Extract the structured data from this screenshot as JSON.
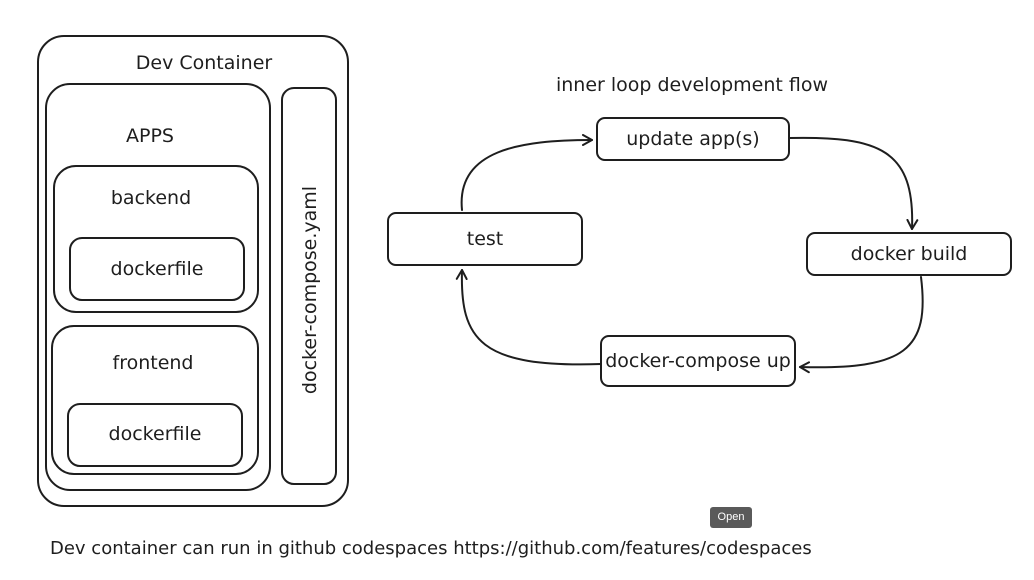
{
  "dev_container": {
    "title": "Dev Container",
    "apps_title": "APPS",
    "backend": {
      "title": "backend",
      "file": "dockerfile"
    },
    "frontend": {
      "title": "frontend",
      "file": "dockerfile"
    },
    "compose_file": "docker-compose.yaml"
  },
  "flow": {
    "title": "inner loop development flow",
    "steps": {
      "update": "update app(s)",
      "build": "docker build",
      "compose": "docker-compose up",
      "test": "test"
    }
  },
  "open_button": "Open",
  "footer": "Dev container can run in github codespaces https://github.com/features/codespaces"
}
